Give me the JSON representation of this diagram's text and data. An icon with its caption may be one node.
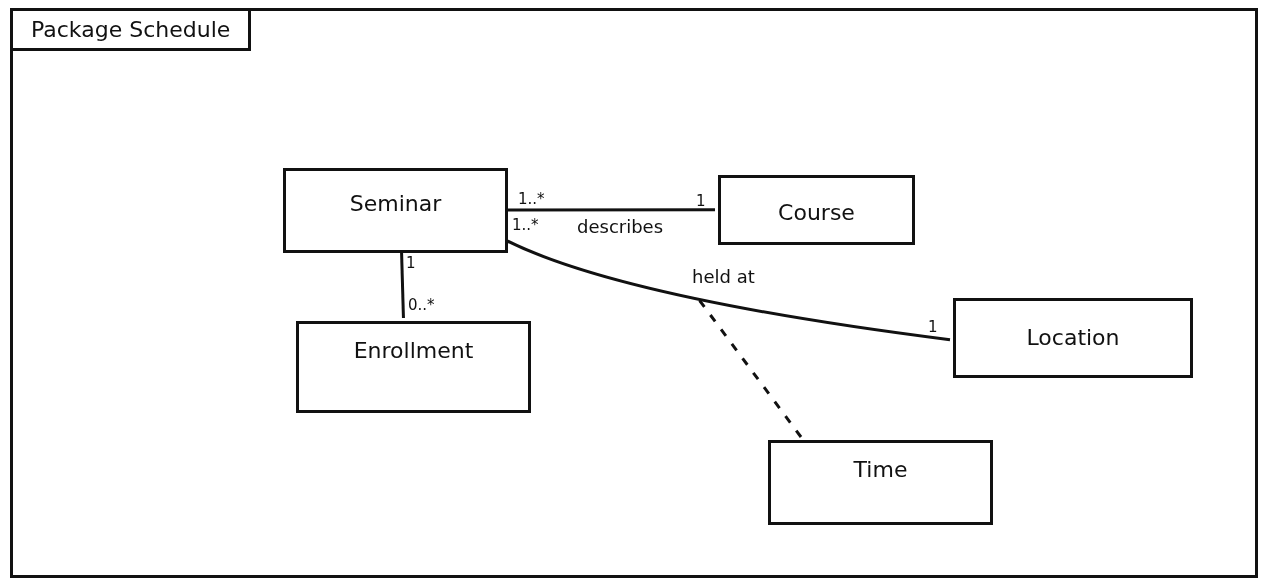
{
  "diagram": {
    "nodes": [
      {
        "text": [
          "Package Schedule"
        ]
      },
      {
        "text": [
          "Seminar"
        ],
        "in": 0
      },
      {
        "text": [
          "Course"
        ],
        "in": 0
      },
      {
        "text": [
          "Enrollment"
        ],
        "in": 0
      },
      {
        "text": [
          "Location"
        ],
        "in": 0
      },
      {
        "text": [
          "Time"
        ],
        "in": 0
      }
    ],
    "edges": [
      {
        "from": 1,
        "to": 2,
        "arrow": "none",
        "label": "describes"
      },
      {
        "from": 1,
        "to": 3,
        "arrow": "none"
      },
      {
        "from": 1,
        "to": 4,
        "arrow": "none",
        "label": "held at"
      },
      {
        "from": 5,
        "to": null,
        "arrow": "none",
        "style": "dashed"
      }
    ],
    "labels": [
      "1..*",
      "1",
      "1..*",
      "1",
      "0..*",
      "1"
    ]
  }
}
